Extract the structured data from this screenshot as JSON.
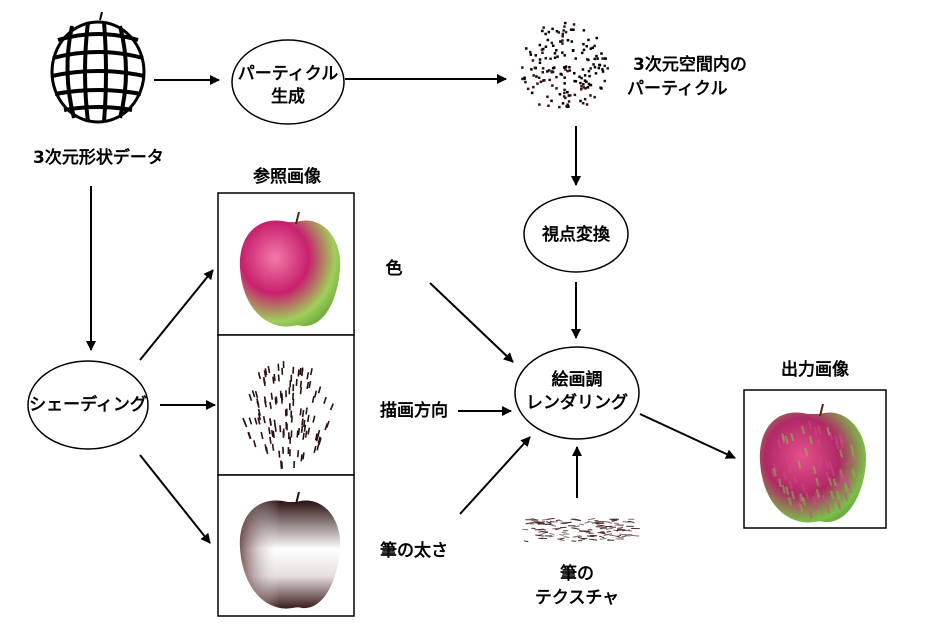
{
  "diagram": {
    "nodes": {
      "shape_data": "3次元形状データ",
      "particle_gen_line1": "パーティクル",
      "particle_gen_line2": "生成",
      "particles_3d_line1": "3次元空間内の",
      "particles_3d_line2": "パーティクル",
      "viewpoint": "視点変換",
      "shading": "シェーディング",
      "reference_images": "参照画像",
      "painterly_line1": "絵画調",
      "painterly_line2": "レンダリング",
      "output_image": "出力画像",
      "brush_texture_line1": "筆の",
      "brush_texture_line2": "テクスチャ"
    },
    "edge_labels": {
      "color": "色",
      "stroke_direction": "描画方向",
      "brush_thickness": "筆の太さ"
    }
  },
  "colors": {
    "line": "#000000",
    "apple_magenta": "#c8206e",
    "apple_green": "#8cc850",
    "shade_dark": "#3a1a1a"
  }
}
